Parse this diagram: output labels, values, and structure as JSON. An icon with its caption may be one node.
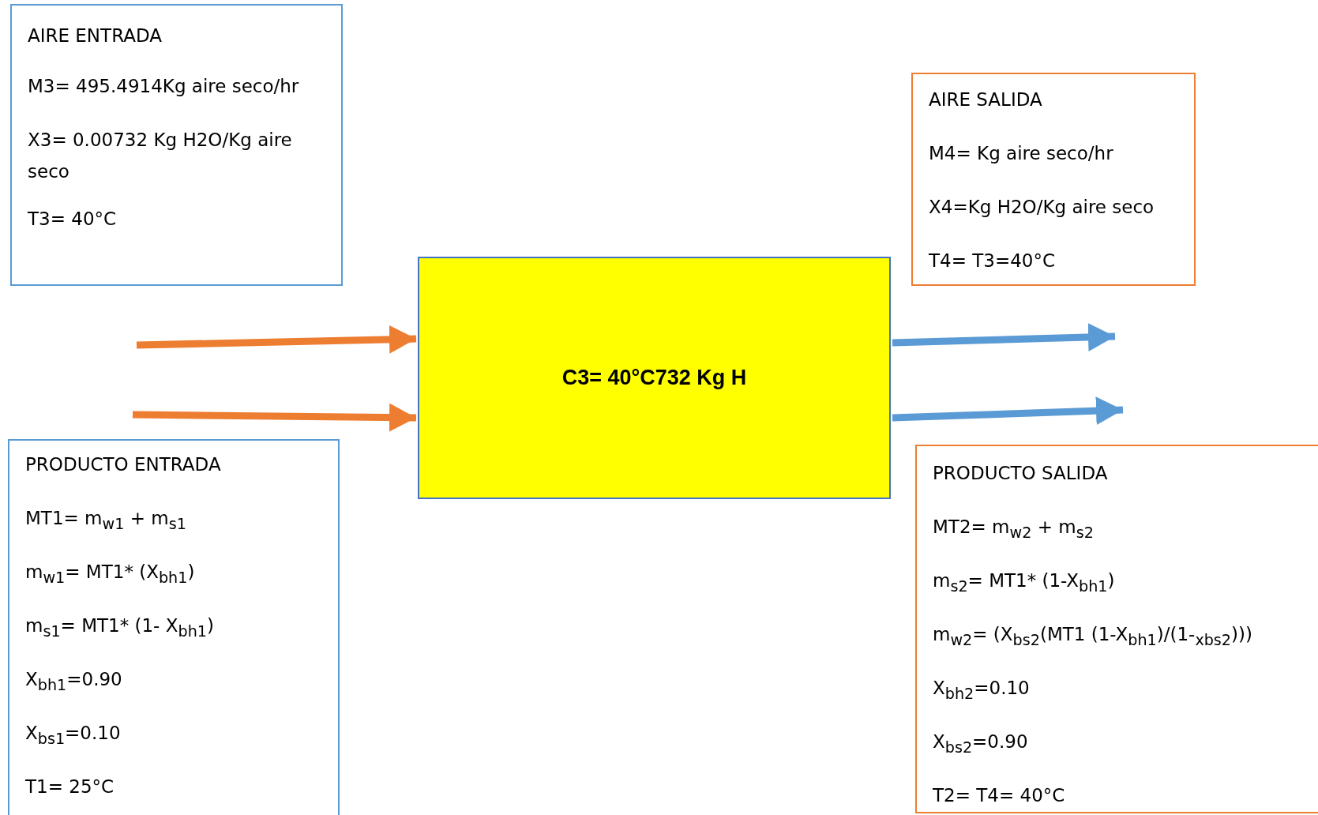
{
  "diagram": {
    "nodes": [
      {
        "text": [
          "AIRE ENTRADA",
          "M3= 495.4914Kg aire seco/hr",
          "X3= 0.00732 Kg H2O/Kg aire seco",
          "T3= 40°C"
        ]
      },
      {
        "text": [
          "AIRE SALIDA",
          "M4= Kg aire seco/hr",
          "X4=Kg H2O/Kg aire seco",
          "T4= T3=40°C"
        ]
      },
      {
        "text": [
          "C3= 40°C732 Kg H"
        ]
      },
      {
        "text": [
          "PRODUCTO ENTRADA",
          "MT1= m$_{w1}$ + m$_{s1}$",
          "m$_{w1}$= MT1* (X$_{bh1}$)",
          "m$_{s1}$= MT1* (1- X$_{bh1}$)",
          "X$_{bh1}$=0.90",
          "X$_{bs1}$=0.10",
          "T1= 25°C"
        ]
      },
      {
        "text": [
          "PRODUCTO SALIDA",
          "MT2= m$_{w2}$ + m$_{s2}$",
          "m$_{s2}$= MT1* (1-X$_{bh1}$)",
          "m$_{w2}$= (X$_{bs2}$(MT1 (1-X$_{bh1}$)/(1-$_{xbs2}$)))",
          "X$_{bh2}$=0.10",
          "X$_{bs2}$=0.90",
          "T2= T4= 40°C"
        ]
      }
    ],
    "edges": [
      {
        "from": null,
        "to": 2,
        "arrow": "to",
        "color": "#ed7d31"
      },
      {
        "from": null,
        "to": 2,
        "arrow": "to",
        "color": "#ed7d31"
      },
      {
        "from": 2,
        "to": 1,
        "arrow": "to",
        "color": "#5b9bd5"
      },
      {
        "from": 2,
        "to": 4,
        "arrow": "to",
        "color": "#5b9bd5"
      }
    ]
  }
}
